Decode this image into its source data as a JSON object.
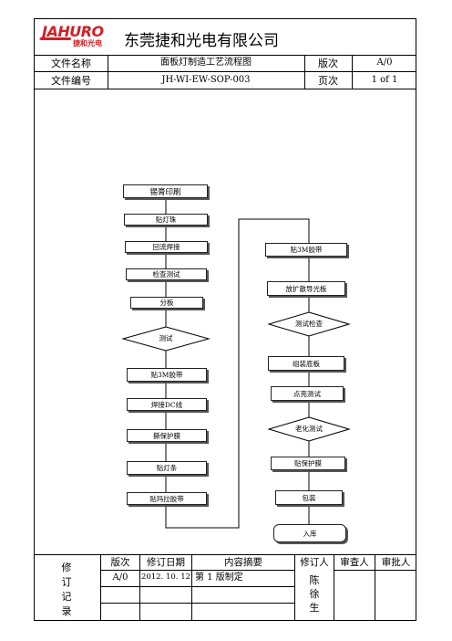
{
  "header": {
    "logo_text": "JAHURO",
    "logo_sub": "捷和光电",
    "company_name": "东莞捷和光电有限公司",
    "rows": [
      {
        "label": "文件名称",
        "value": "面板灯制造工艺流程图",
        "label2": "版次",
        "value2": "A/0"
      },
      {
        "label": "文件编号",
        "value": "JH-WI-EW-SOP-003",
        "label2": "页次",
        "value2": "1 of 1"
      }
    ]
  },
  "flow": {
    "left": [
      "锡膏印刷",
      "贴灯珠",
      "回流焊接",
      "检查测试",
      "分板",
      "测试",
      "贴3M胶带",
      "焊接DC线",
      "撕保护膜",
      "贴灯条",
      "贴玛拉胶带"
    ],
    "right": [
      "贴3M胶带",
      "放扩散导光板",
      "测试检查",
      "组装底板",
      "点亮测试",
      "老化测试",
      "贴保护膜",
      "包装",
      "入库"
    ]
  },
  "revision": {
    "side_label": [
      "修",
      "订",
      "记",
      "录"
    ],
    "headers": [
      "版次",
      "修订日期",
      "内容摘要",
      "修订人",
      "审查人",
      "审批人"
    ],
    "row": {
      "version": "A/0",
      "date": "2012. 10. 12",
      "summary": "第 1 版制定"
    },
    "reviser": [
      "陈",
      "徐",
      "生"
    ]
  }
}
